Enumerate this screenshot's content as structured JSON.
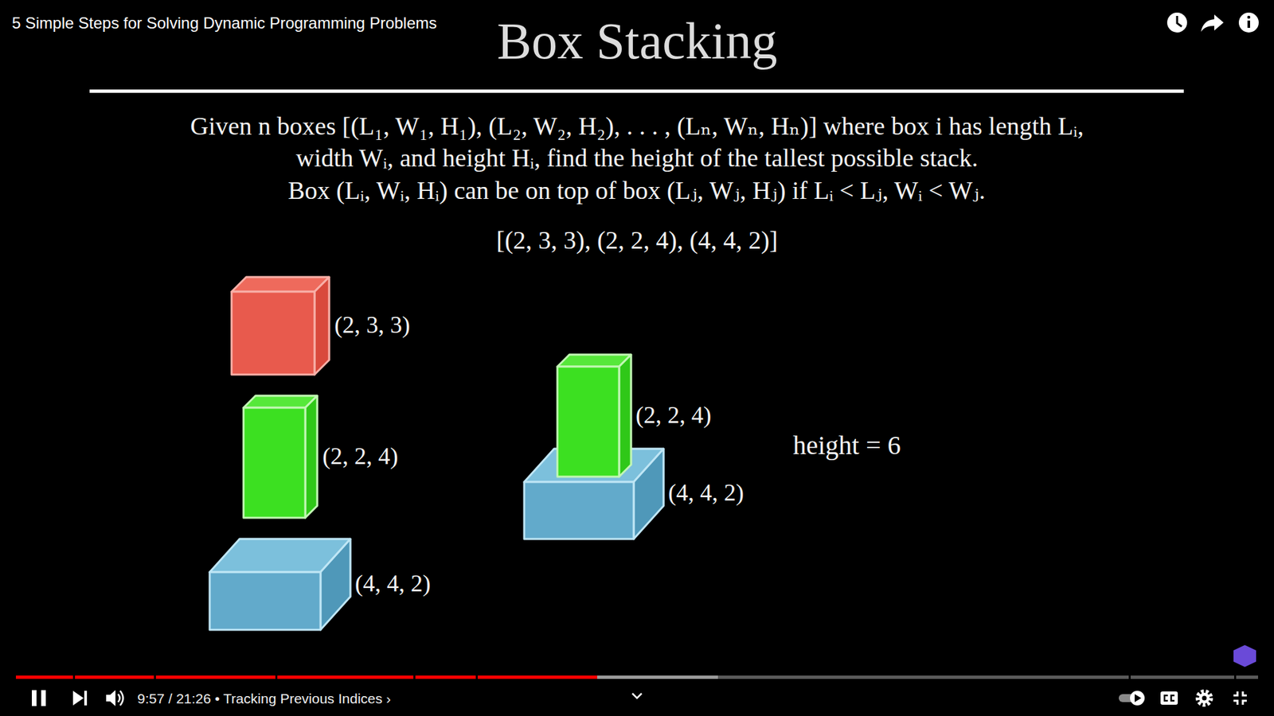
{
  "diagram": {
    "title": "Box Stacking",
    "labels": [
      "5 Simple Steps for Solving Dynamic Programming Problems",
      "Given n boxes [(L₁, W₁, H₁), (L₂, W₂, H₂), . . . , (Lₙ, Wₙ, Hₙ)] where box i has length Lᵢ, width Wᵢ, and height Hᵢ, find the height of the tallest possible stack.",
      "Box (Lᵢ, Wᵢ, Hᵢ) can be on top of box (Lⱼ, Wⱼ, Hⱼ) if Lᵢ < Lⱼ, Wᵢ < Wⱼ.",
      "[(2, 3, 3), (2, 2, 4), (4, 4, 2)]",
      "(2, 3, 3)",
      "(2, 2, 4)",
      "(4, 4, 2)",
      "(2, 2, 4)",
      "(4, 4, 2)",
      "height = 6",
      "9:57 / 21:26 • Tracking Previous Indices ›"
    ]
  }
}
